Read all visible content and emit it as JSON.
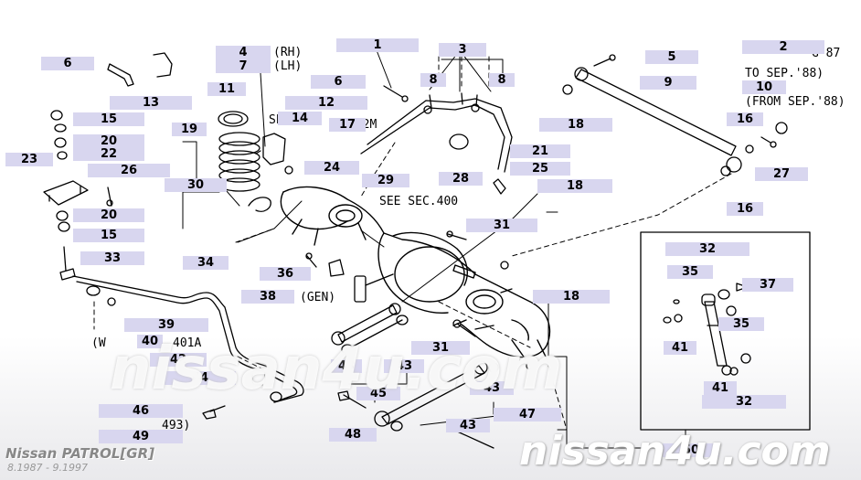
{
  "brand": "nissan4u.com",
  "footer": {
    "title": "Nissan PATROL[GR]",
    "dates": "8.1987 - 9.1997"
  },
  "notes": {
    "rh": "(RH)",
    "lh": "(LH)",
    "g87": "G'87",
    "to_sep88": "TO SEP.'88)",
    "from_sep88": "(FROM SEP.'88)",
    "see_sec400": "SEE SEC.400",
    "gen": "(GEN)",
    "sec401a": "401A",
    "sec493": "493)",
    "wheel_frag": "(W",
    "sec_frag": "SE",
    "sec792": "792M"
  },
  "callouts": [
    {
      "label": "1"
    },
    {
      "label": "2"
    },
    {
      "label": "3"
    },
    {
      "label": "4"
    },
    {
      "label": "5"
    },
    {
      "label": "6"
    },
    {
      "label": "6"
    },
    {
      "label": "7"
    },
    {
      "label": "8"
    },
    {
      "label": "8"
    },
    {
      "label": "9"
    },
    {
      "label": "10"
    },
    {
      "label": "11"
    },
    {
      "label": "12"
    },
    {
      "label": "13"
    },
    {
      "label": "14"
    },
    {
      "label": "15"
    },
    {
      "label": "15"
    },
    {
      "label": "16"
    },
    {
      "label": "16"
    },
    {
      "label": "17"
    },
    {
      "label": "18"
    },
    {
      "label": "18"
    },
    {
      "label": "18"
    },
    {
      "label": "19"
    },
    {
      "label": "20"
    },
    {
      "label": "20"
    },
    {
      "label": "21"
    },
    {
      "label": "22"
    },
    {
      "label": "23"
    },
    {
      "label": "24"
    },
    {
      "label": "25"
    },
    {
      "label": "26"
    },
    {
      "label": "27"
    },
    {
      "label": "28"
    },
    {
      "label": "29"
    },
    {
      "label": "30"
    },
    {
      "label": "31"
    },
    {
      "label": "31"
    },
    {
      "label": "32"
    },
    {
      "label": "32"
    },
    {
      "label": "33"
    },
    {
      "label": "34"
    },
    {
      "label": "35"
    },
    {
      "label": "35"
    },
    {
      "label": "36"
    },
    {
      "label": "37"
    },
    {
      "label": "38"
    },
    {
      "label": "39"
    },
    {
      "label": "40"
    },
    {
      "label": "41"
    },
    {
      "label": "41"
    },
    {
      "label": "42"
    },
    {
      "label": "43"
    },
    {
      "label": "43"
    },
    {
      "label": "43"
    },
    {
      "label": "43"
    },
    {
      "label": "44"
    },
    {
      "label": "45"
    },
    {
      "label": "46"
    },
    {
      "label": "47"
    },
    {
      "label": "48"
    },
    {
      "label": "49"
    },
    {
      "label": "50"
    }
  ]
}
